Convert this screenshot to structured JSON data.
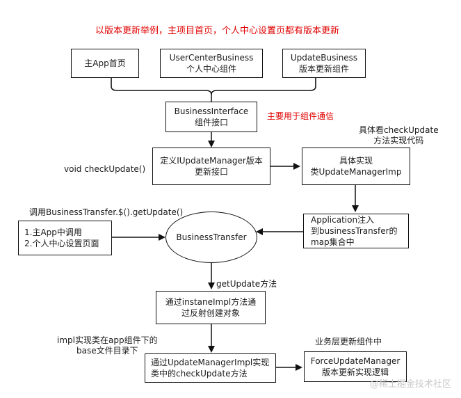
{
  "title": "以版本更新举例，主项目首页，个人中心设置页都有版本更新",
  "colors": {
    "note_red": "#e00000",
    "line": "#111111"
  },
  "nodes": {
    "main_app": {
      "line1": "主App首页"
    },
    "user_center": {
      "line1": "UserCenterBusiness",
      "line2": "个人中心组件"
    },
    "update_business": {
      "line1": "UpdateBusiness",
      "line2": "版本更新组件"
    },
    "business_interface": {
      "line1": "BusinessInterface",
      "line2": "组件接口"
    },
    "iupdate_manager": {
      "line1": "定义IUpdateManager版本",
      "line2": "更新接口"
    },
    "impl": {
      "line1": "具体实现",
      "line2": "类UpdateManagerImp"
    },
    "application": {
      "line1": "Application注入",
      "line2": "到businessTransfer的",
      "line3": "map集合中"
    },
    "callers": {
      "line1": "1.主App中调用",
      "line2": "2.个人中心设置页面"
    },
    "business_transfer": {
      "label": "BusinessTransfer"
    },
    "instance_impl": {
      "line1": "通过instaneImpl方法通",
      "line2": "过反射创建对象"
    },
    "check_update_method": {
      "line1": "通过UpdateManagerImpl实现",
      "line2": "类中的checkUpdate方法"
    },
    "force_update": {
      "line1": "ForceUpdateManager",
      "line2": "版本更新实现逻辑"
    }
  },
  "notes": {
    "component_comm": "主要用于组件通信",
    "see_check_update_l1": "具体看checkUpdate",
    "see_check_update_l2": "方法实现代码",
    "void_check_update": "void checkUpdate()",
    "call_transfer": "调用BusinessTransfer.$().getUpdate()",
    "get_update_method": "getUpdate方法",
    "impl_class_l1": "impl实现类在app组件下的",
    "impl_class_l2": "base文件目录下",
    "business_layer": "业务层更新组件中"
  },
  "watermark": "@稀土掘金技术社区"
}
